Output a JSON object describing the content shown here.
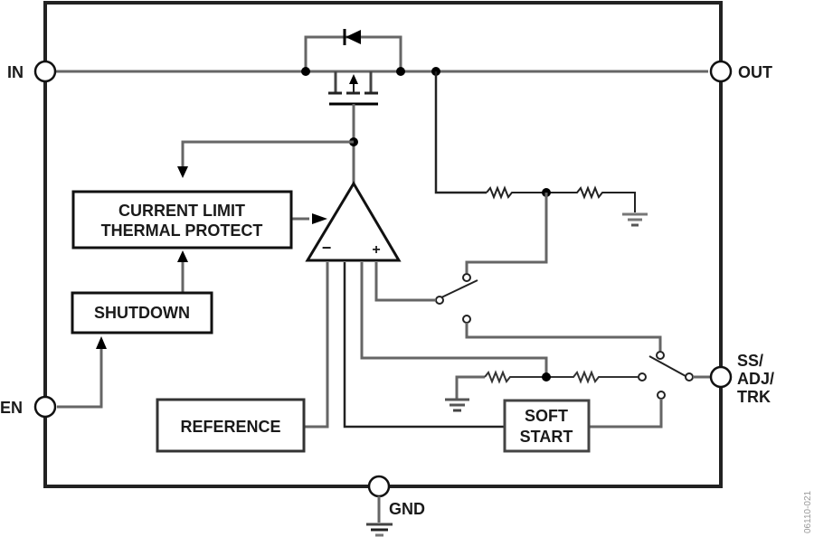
{
  "diagram": {
    "title": "Functional Block Diagram",
    "figure_id": "06110-021",
    "pins": {
      "in": "IN",
      "out": "OUT",
      "en": "EN",
      "gnd": "GND",
      "ss_adj_trk": [
        "SS/",
        "ADJ/",
        "TRK"
      ]
    },
    "blocks": {
      "current_limit": [
        "CURRENT LIMIT",
        "THERMAL PROTECT"
      ],
      "shutdown": "SHUTDOWN",
      "reference": "REFERENCE",
      "soft_start": [
        "SOFT",
        "START"
      ]
    },
    "amplifier": {
      "minus": "−",
      "plus": "+"
    }
  }
}
